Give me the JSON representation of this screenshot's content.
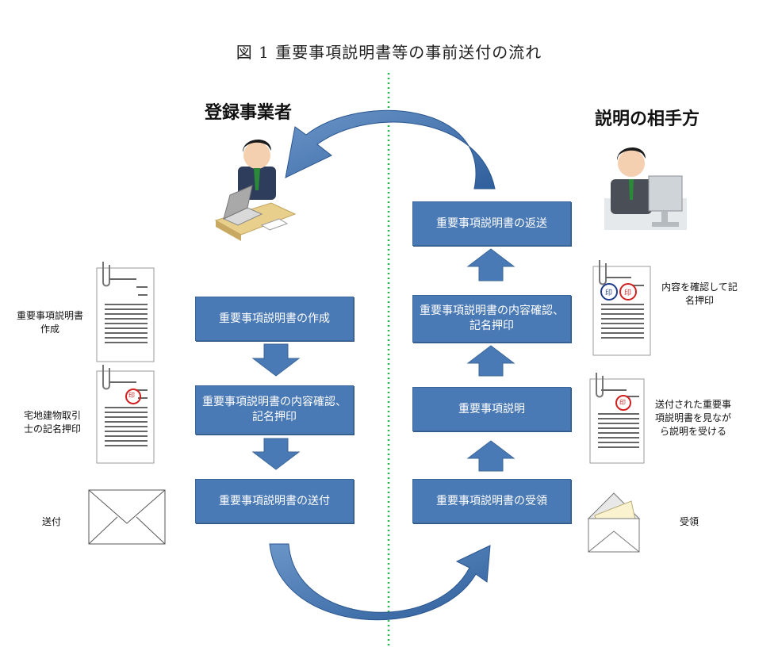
{
  "title": "図 1 重要事項説明書等の事前送付の流れ",
  "left_party": "登録事業者",
  "right_party": "説明の相手方",
  "left_steps": [
    "重要事項説明書の作成",
    "重要事項説明書の内容確認、記名押印",
    "重要事項説明書の送付"
  ],
  "right_steps": [
    "重要事項説明書の返送",
    "重要事項説明書の内容確認、記名押印",
    "重要事項説明",
    "重要事項説明書の受領"
  ],
  "left_notes": [
    "重要事項説明書作成",
    "宅地建物取引士の記名押印",
    "送付"
  ],
  "right_notes": [
    "内容を確認して記名押印",
    "送付された重要事項説明書を見ながら説明を受ける",
    "受領"
  ],
  "seal_text": "印",
  "colors": {
    "box": "#4a7ab5",
    "divider": "#22b34a",
    "seal_red": "#d21f1f",
    "seal_blue": "#1f3c8a"
  }
}
